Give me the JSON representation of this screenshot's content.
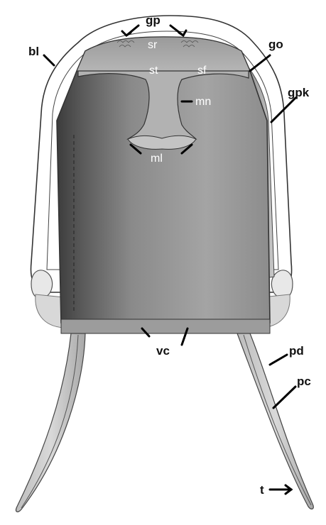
{
  "labels": {
    "gp": "gp",
    "sr": "sr",
    "bl": "bl",
    "go": "go",
    "st": "st",
    "sf": "sf",
    "mn": "mn",
    "gpk": "gpk",
    "ml": "ml",
    "vc": "vc",
    "pd": "pd",
    "pc": "pc",
    "t": "t"
  }
}
